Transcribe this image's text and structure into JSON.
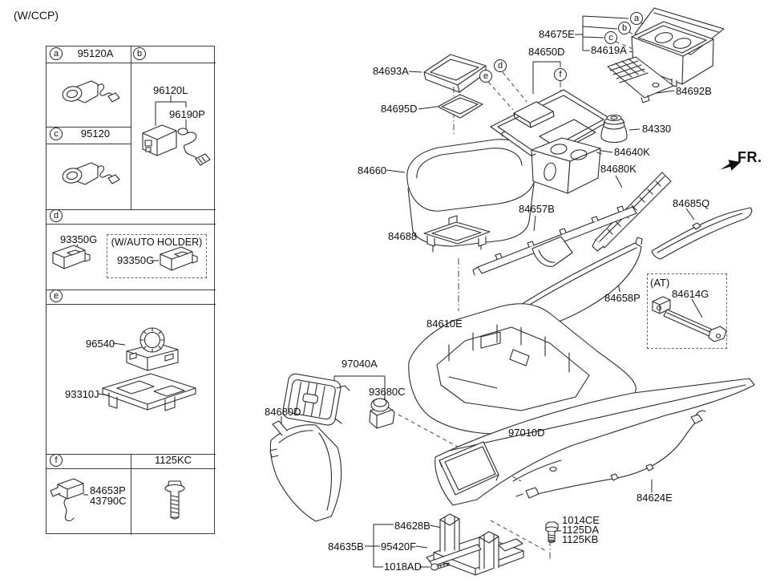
{
  "page": {
    "title": "(W/CCP)",
    "fr": "FR."
  },
  "colors": {
    "ink": "#2b2b2b",
    "text": "#0e0e0e",
    "background": "#ffffff",
    "dashed": "#666666"
  },
  "table": {
    "a": {
      "letter": "a",
      "code": "95120A"
    },
    "b": {
      "letter": "b",
      "code1": "96120L",
      "code2": "96190P"
    },
    "c": {
      "letter": "c",
      "code": "95120"
    },
    "d": {
      "letter": "d",
      "code": "93350G",
      "holder_title": "(W/AUTO HOLDER)",
      "holder_code": "93350G"
    },
    "e": {
      "letter": "e",
      "code1": "96540",
      "code2": "93310J"
    },
    "f": {
      "letter": "f",
      "header_right": "1125KC",
      "code1": "84653P",
      "code2": "43790C"
    }
  },
  "markers": {
    "a": "a",
    "b": "b",
    "c": "c",
    "d": "d",
    "e": "e",
    "f": "f"
  },
  "callouts": {
    "c84675E": {
      "text": "84675E"
    },
    "c84619A": {
      "text": "84619A"
    },
    "c84650D": {
      "text": "84650D"
    },
    "c84693A": {
      "text": "84693A"
    },
    "c84695D": {
      "text": "84695D"
    },
    "c84692B": {
      "text": "84692B"
    },
    "c84330": {
      "text": "84330"
    },
    "c84640K": {
      "text": "84640K"
    },
    "c84680K": {
      "text": "84680K"
    },
    "c84660": {
      "text": "84660"
    },
    "c84657B": {
      "text": "84657B"
    },
    "c84685Q": {
      "text": "84685Q"
    },
    "c84688": {
      "text": "84688"
    },
    "c84658P": {
      "text": "84658P"
    },
    "cAT": {
      "text": "(AT)"
    },
    "c84614G": {
      "text": "84614G"
    },
    "c84610E": {
      "text": "84610E"
    },
    "c97040A": {
      "text": "97040A"
    },
    "c93680C": {
      "text": "93680C"
    },
    "c84680D": {
      "text": "84680D"
    },
    "c97010D": {
      "text": "97010D"
    },
    "c84624E": {
      "text": "84624E"
    },
    "c84628B": {
      "text": "84628B"
    },
    "c84635B": {
      "text": "84635B"
    },
    "c95420F": {
      "text": "95420F"
    },
    "c1018AD": {
      "text": "1018AD"
    },
    "c1014CE": {
      "text": "1014CE"
    },
    "c1125DA": {
      "text": "1125DA"
    },
    "c1125KB": {
      "text": "1125KB"
    }
  }
}
